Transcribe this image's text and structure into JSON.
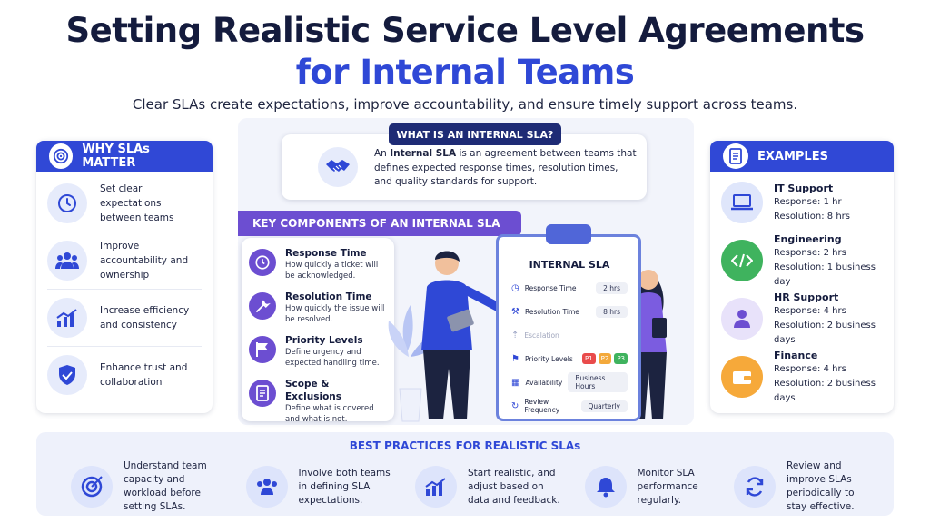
{
  "header": {
    "title_line1": "Setting Realistic Service Level Agreements",
    "title_line2": "for Internal Teams",
    "subtitle": "Clear SLAs create expectations, improve accountability, and ensure timely support across teams."
  },
  "what_is": {
    "label": "WHAT IS AN INTERNAL SLA?",
    "description_lead": "An",
    "description_bold": "Internal SLA",
    "description_rest": "is an agreement between teams that defines expected response times, resolution times, and quality standards for support.",
    "icon": "handshake-icon"
  },
  "why": {
    "heading": "WHY SLAs MATTER",
    "items": [
      {
        "text": "Set clear expectations between teams",
        "icon": "clock-icon"
      },
      {
        "text": "Improve accountability and ownership",
        "icon": "team-icon"
      },
      {
        "text": "Increase efficiency and consistency",
        "icon": "chart-icon"
      },
      {
        "text": "Enhance trust and collaboration",
        "icon": "shield-icon"
      }
    ]
  },
  "components": {
    "heading": "KEY COMPONENTS OF AN INTERNAL SLA",
    "items": [
      {
        "title": "Response Time",
        "desc": "How quickly a ticket will be acknowledged.",
        "icon": "clock-icon"
      },
      {
        "title": "Resolution Time",
        "desc": "How quickly the issue will be resolved.",
        "icon": "wrench-icon"
      },
      {
        "title": "Priority Levels",
        "desc": "Define urgency and expected handling time.",
        "icon": "flag-icon"
      },
      {
        "title": "Scope & Exclusions",
        "desc": "Define what is covered and what is not.",
        "icon": "document-icon"
      }
    ]
  },
  "clipboard": {
    "title": "INTERNAL SLA",
    "rows": [
      {
        "label": "Response Time",
        "value": "2 hrs"
      },
      {
        "label": "Resolution Time",
        "value": "8 hrs"
      },
      {
        "label": "Escalation",
        "value": ""
      },
      {
        "label": "Priority Levels",
        "value": ""
      },
      {
        "label": "Availability",
        "value": "Business Hours"
      },
      {
        "label": "Review Frequency",
        "value": "Quarterly"
      }
    ],
    "priorities": [
      {
        "label": "P1",
        "color": "#e94b4b"
      },
      {
        "label": "P2",
        "color": "#f3a93b"
      },
      {
        "label": "P3",
        "color": "#3fb35e"
      }
    ]
  },
  "examples": {
    "heading": "EXAMPLES",
    "items": [
      {
        "title": "IT Support",
        "line1": "Response: 1 hr",
        "line2": "Resolution: 8 hrs",
        "icon": "laptop-icon",
        "color": "#dfe6fb"
      },
      {
        "title": "Engineering",
        "line1": "Response: 2 hrs",
        "line2": "Resolution: 1 business day",
        "icon": "code-icon",
        "color": "#3fb35e"
      },
      {
        "title": "HR Support",
        "line1": "Response: 4 hrs",
        "line2": "Resolution: 2 business days",
        "icon": "person-icon",
        "color": "#e8e2fa"
      },
      {
        "title": "Finance",
        "line1": "Response: 4 hrs",
        "line2": "Resolution: 2 business days",
        "icon": "wallet-icon",
        "color": "#f6a93a"
      }
    ]
  },
  "best_practices": {
    "heading": "BEST PRACTICES FOR REALISTIC SLAs",
    "items": [
      {
        "text": "Understand team capacity and workload before setting SLAs.",
        "icon": "target-icon"
      },
      {
        "text": "Involve both teams in defining SLA expectations.",
        "icon": "team-icon"
      },
      {
        "text": "Start realistic, and adjust based on data and feedback.",
        "icon": "chart-icon"
      },
      {
        "text": "Monitor SLA performance regularly.",
        "icon": "bell-icon"
      },
      {
        "text": "Review and improve SLAs periodically to stay effective.",
        "icon": "refresh-icon"
      }
    ]
  },
  "colors": {
    "primary": "#3048d6",
    "purple": "#6c4ed1",
    "dark": "#141b3d"
  }
}
